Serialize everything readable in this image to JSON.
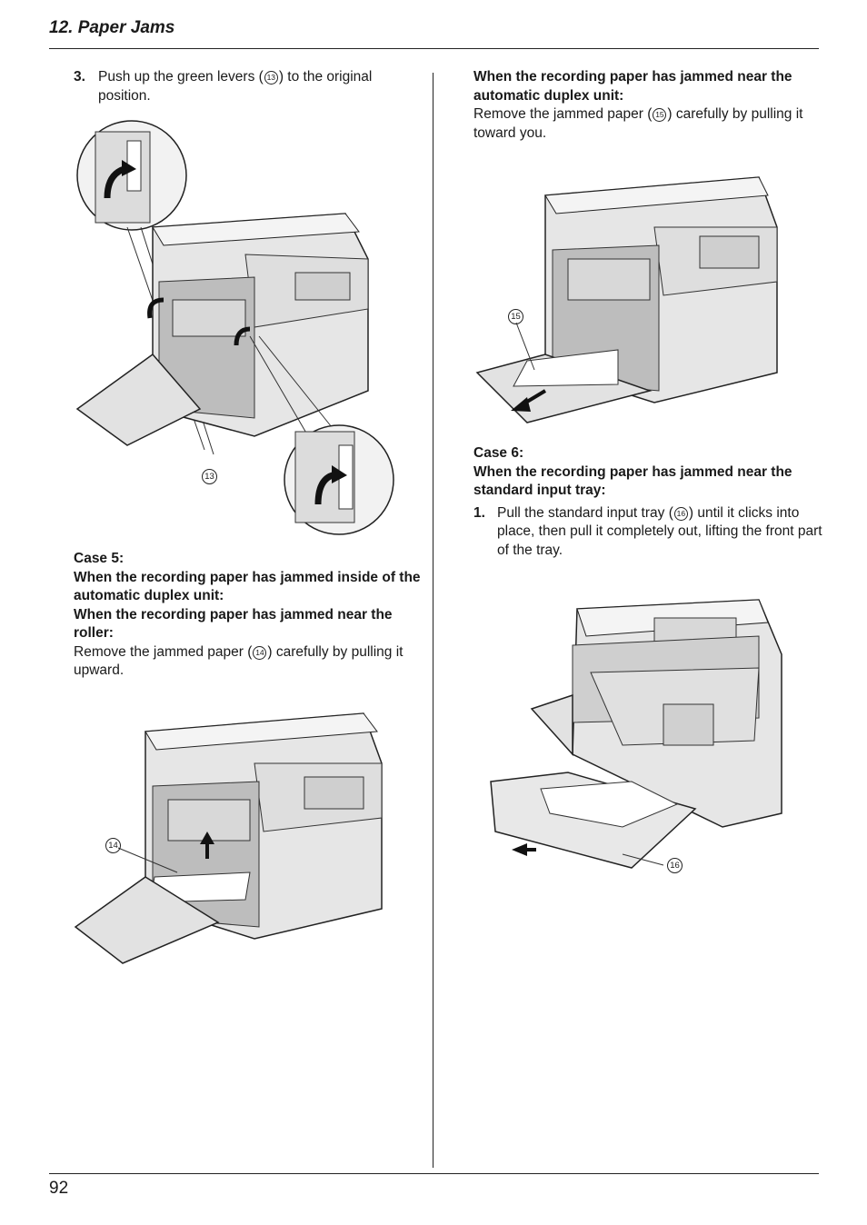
{
  "header": {
    "title": "12. Paper Jams"
  },
  "footer": {
    "page_number": "92"
  },
  "left": {
    "step3": {
      "number": "3.",
      "text_before": "Push up the green levers (",
      "ref": "13",
      "text_after": ") to the original position."
    },
    "fig1_callout": "13",
    "case5": {
      "heading": "Case 5:",
      "sub1": "When the recording paper has jammed inside of the automatic duplex unit:",
      "sub2": "When the recording paper has jammed near the roller:",
      "text_before": "Remove the jammed paper (",
      "ref": "14",
      "text_after": ") carefully by pulling it upward."
    },
    "fig2_callout": "14"
  },
  "right": {
    "duplex": {
      "heading": "When the recording paper has jammed near the automatic duplex unit:",
      "text_before": "Remove the jammed paper (",
      "ref": "15",
      "text_after": ") carefully by pulling it toward you."
    },
    "fig3_callout": "15",
    "case6": {
      "heading": "Case 6:",
      "sub": "When the recording paper has jammed near the standard input tray:",
      "step_number": "1.",
      "text_before": "Pull the standard input tray (",
      "ref": "16",
      "text_after": ") until it clicks into place, then pull it completely out, lifting the front part of the tray."
    },
    "fig4_callout": "16"
  },
  "colors": {
    "text": "#1a1a1a",
    "line": "#222222",
    "printer_fill": "#e6e6e6",
    "printer_dark": "#b5b5b5"
  }
}
